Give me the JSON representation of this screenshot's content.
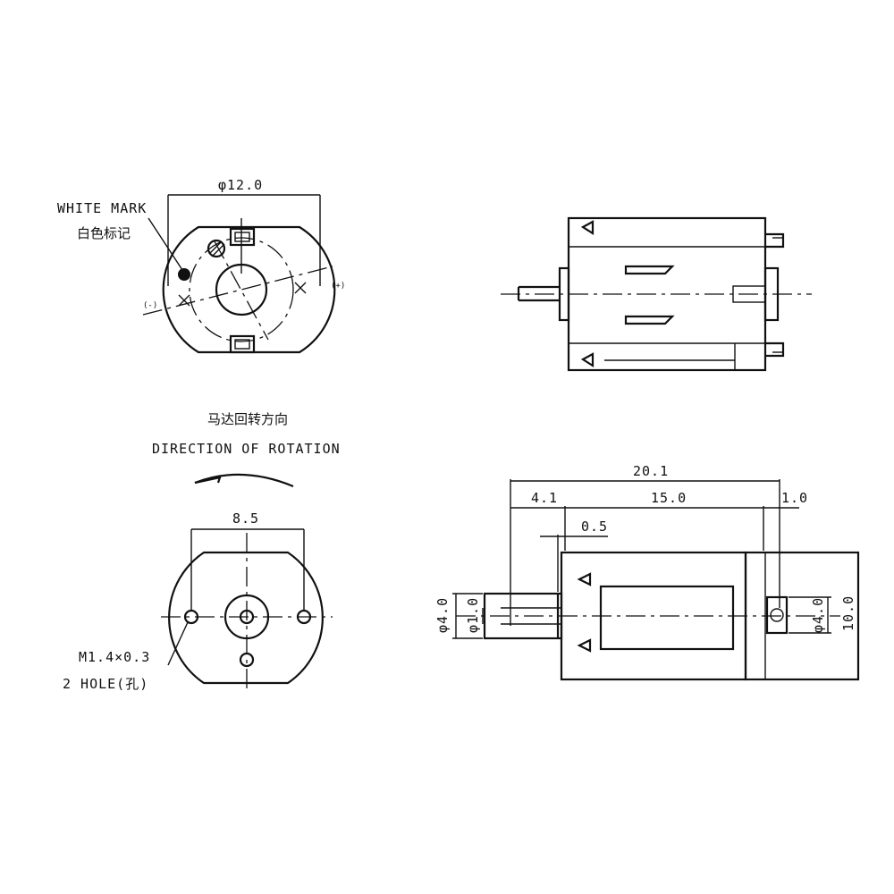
{
  "front_view": {
    "diameter_label": "φ12.0",
    "white_mark_label": "WHITE MARK",
    "white_mark_label_cn": "白色标记",
    "minus_label": "(-)",
    "plus_label": "(+)"
  },
  "rotation": {
    "label_cn": "马达回转方向",
    "label_en": "DIRECTION OF ROTATION"
  },
  "end_view": {
    "hole_spacing": "8.5",
    "thread_label": "M1.4×0.3",
    "hole_label": "2 HOLE(孔)"
  },
  "dimensions": {
    "total_length": "20.1",
    "shaft_length": "4.1",
    "body_length": "15.0",
    "rear_length": "1.0",
    "gap": "0.5",
    "boss_dia_front": "φ4.0",
    "shaft_dia": "φ1.0",
    "boss_dia_rear": "φ4.0",
    "body_height": "10.0"
  }
}
